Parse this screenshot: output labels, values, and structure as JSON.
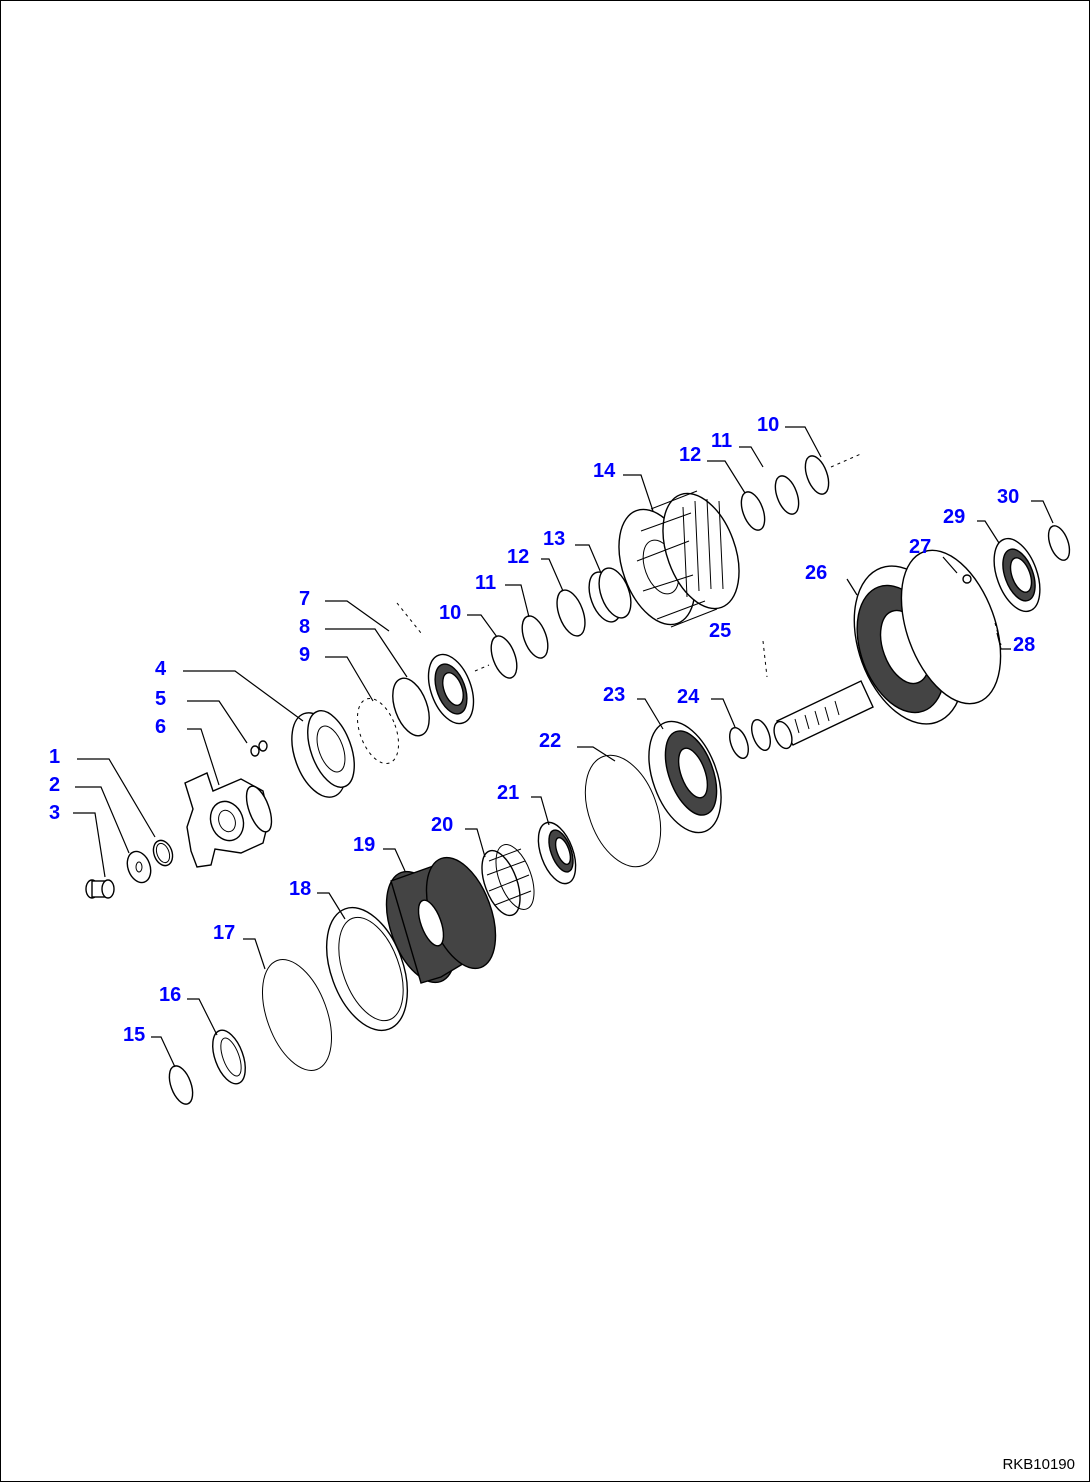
{
  "drawing_code": "RKB10190",
  "callouts": [
    {
      "id": "1",
      "label": "1"
    },
    {
      "id": "2",
      "label": "2"
    },
    {
      "id": "3",
      "label": "3"
    },
    {
      "id": "4",
      "label": "4"
    },
    {
      "id": "5",
      "label": "5"
    },
    {
      "id": "6",
      "label": "6"
    },
    {
      "id": "7",
      "label": "7"
    },
    {
      "id": "8",
      "label": "8"
    },
    {
      "id": "9",
      "label": "9"
    },
    {
      "id": "10a",
      "label": "10"
    },
    {
      "id": "10b",
      "label": "10"
    },
    {
      "id": "11a",
      "label": "11"
    },
    {
      "id": "11b",
      "label": "11"
    },
    {
      "id": "12a",
      "label": "12"
    },
    {
      "id": "12b",
      "label": "12"
    },
    {
      "id": "13",
      "label": "13"
    },
    {
      "id": "14",
      "label": "14"
    },
    {
      "id": "15",
      "label": "15"
    },
    {
      "id": "16",
      "label": "16"
    },
    {
      "id": "17",
      "label": "17"
    },
    {
      "id": "18",
      "label": "18"
    },
    {
      "id": "19",
      "label": "19"
    },
    {
      "id": "20",
      "label": "20"
    },
    {
      "id": "21",
      "label": "21"
    },
    {
      "id": "22",
      "label": "22"
    },
    {
      "id": "23",
      "label": "23"
    },
    {
      "id": "24",
      "label": "24"
    },
    {
      "id": "25",
      "label": "25"
    },
    {
      "id": "26",
      "label": "26"
    },
    {
      "id": "27",
      "label": "27"
    },
    {
      "id": "28",
      "label": "28"
    },
    {
      "id": "29",
      "label": "29"
    },
    {
      "id": "30",
      "label": "30"
    }
  ],
  "colors": {
    "callout": "#0000ff",
    "line": "#000000",
    "background": "#ffffff"
  }
}
